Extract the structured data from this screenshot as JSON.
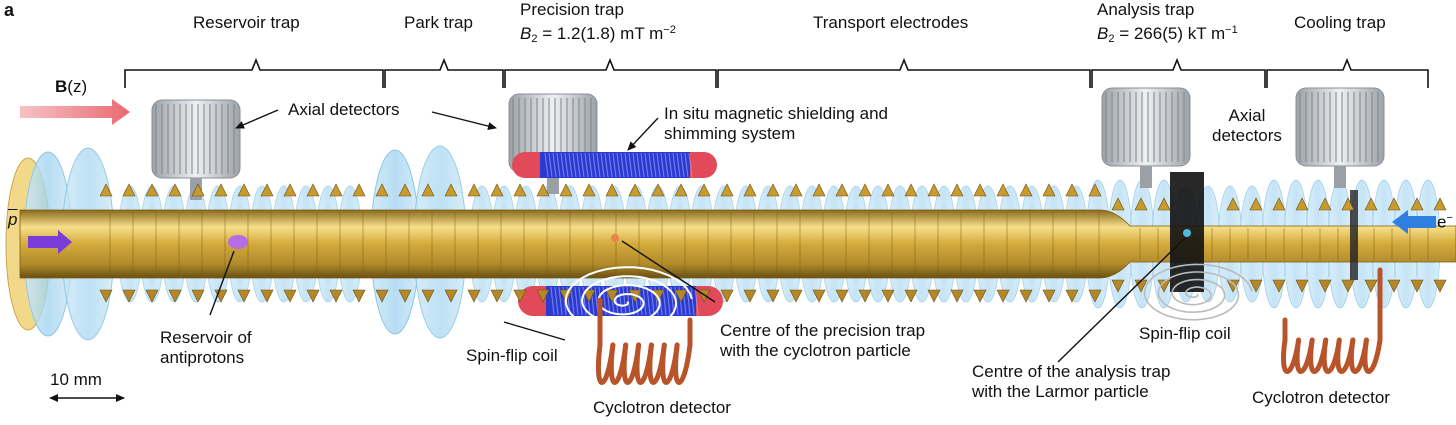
{
  "panel_label": "a",
  "field_label": {
    "bold": "B",
    "rest": "(z)"
  },
  "sections": {
    "reservoir": "Reservoir trap",
    "park": "Park trap",
    "precision_title": "Precision trap",
    "precision_b2_symbol": "B",
    "precision_b2_sub": "2",
    "precision_b2_value": " = 1.2(1.8) mT m",
    "precision_b2_exp": "−2",
    "transport": "Transport electrodes",
    "analysis_title": "Analysis trap",
    "analysis_b2_symbol": "B",
    "analysis_b2_sub": "2",
    "analysis_b2_value": " = 266(5) kT m",
    "analysis_b2_exp": "−1",
    "cooling": "Cooling trap"
  },
  "annotations": {
    "axial_detectors_left": "Axial detectors",
    "shielding_line1": "In situ magnetic shielding and",
    "shielding_line2": "shimming system",
    "axial_detectors_right_1": "Axial",
    "axial_detectors_right_2": "detectors",
    "reservoir_line1": "Reservoir of",
    "reservoir_line2": "antiprotons",
    "spin_flip_left": "Spin-flip coil",
    "centre_precision_line1": "Centre of the precision trap",
    "centre_precision_line2": "with the cyclotron particle",
    "cyclotron_left": "Cyclotron detector",
    "spin_flip_right": "Spin-flip coil",
    "centre_analysis_line1": "Centre of the analysis trap",
    "centre_analysis_line2": "with the Larmor particle",
    "cyclotron_right": "Cyclotron detector",
    "antiproton_symbol": "p",
    "electron_symbol": "e",
    "electron_sup": "−",
    "scale_bar": "10 mm"
  },
  "colors": {
    "gold": "#d4aa3c",
    "gold_light": "#f6df8a",
    "gold_dark": "#8a6a1a",
    "ring_blue": "#a9d8f2",
    "coil_blue": "#2b3bd0",
    "coil_red": "#e24a5a",
    "copper": "#b8542a",
    "arrow_pink": "#ee7b80",
    "antiproton_purple": "#7a3cd8",
    "electron_blue": "#2f7fe0",
    "detector_grey": "#c8cbd0"
  }
}
